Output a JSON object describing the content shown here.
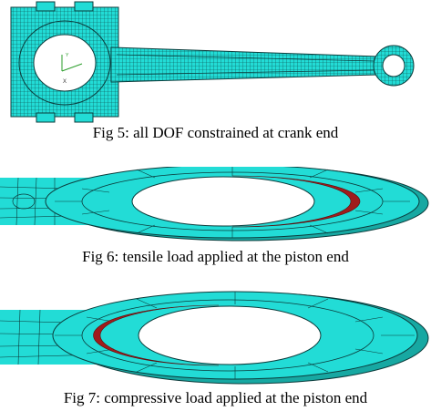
{
  "colors": {
    "mesh": "#22dcd6",
    "edge": "#0b3b3b",
    "load": "#a01c1c"
  },
  "figures": [
    {
      "caption": "Fig 5: all DOF constrained at crank end"
    },
    {
      "caption": "Fig 6: tensile load applied at the piston end"
    },
    {
      "caption": "Fig 7: compressive load applied at the piston end"
    }
  ]
}
